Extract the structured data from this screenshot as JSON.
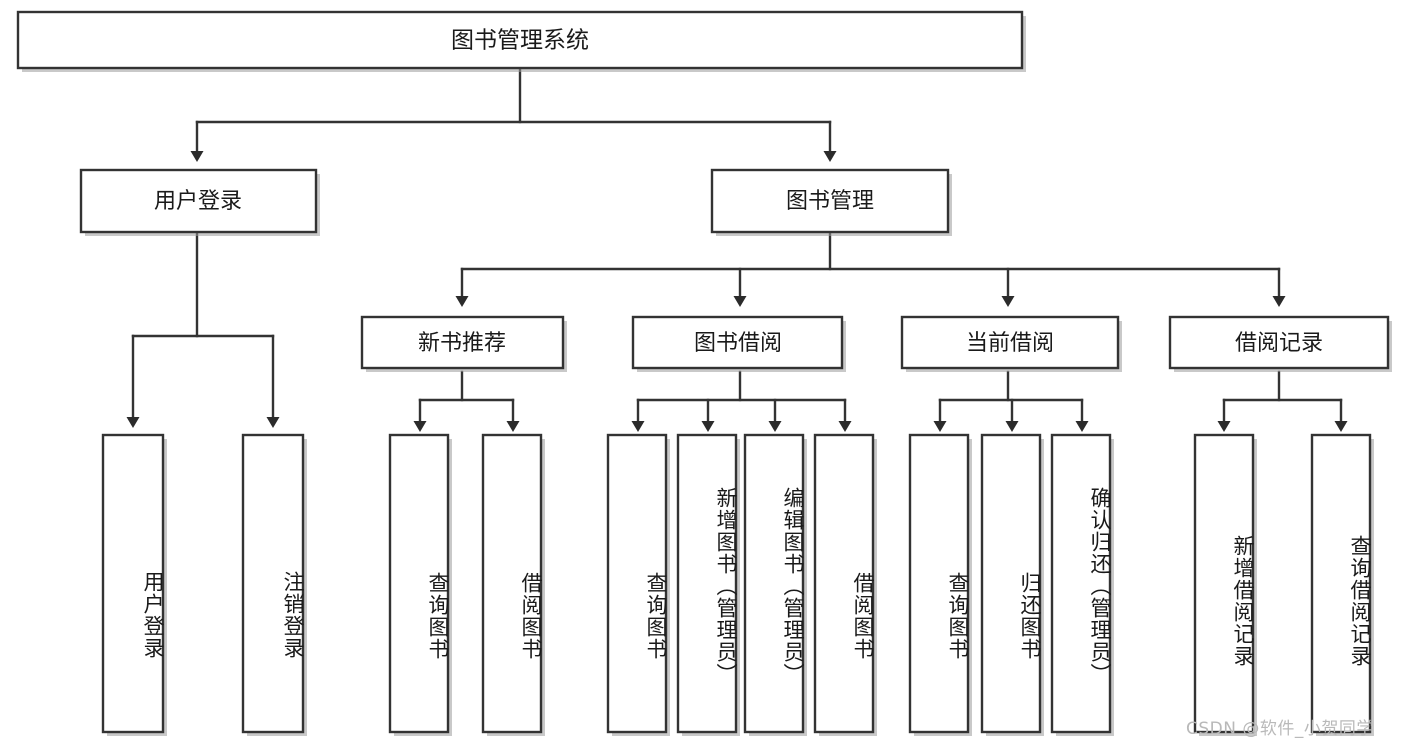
{
  "diagram": {
    "type": "tree",
    "title": "图书管理系统",
    "root": {
      "id": "root",
      "label": "图书管理系统",
      "orientation": "horizontal"
    },
    "level2": [
      {
        "id": "user-login",
        "label": "用户登录",
        "orientation": "horizontal"
      },
      {
        "id": "book-manage",
        "label": "图书管理",
        "orientation": "horizontal"
      }
    ],
    "level3": [
      {
        "id": "new-book-recommend",
        "label": "新书推荐",
        "orientation": "horizontal",
        "parent": "book-manage"
      },
      {
        "id": "book-borrow",
        "label": "图书借阅",
        "orientation": "horizontal",
        "parent": "book-manage"
      },
      {
        "id": "current-borrow",
        "label": "当前借阅",
        "orientation": "horizontal",
        "parent": "book-manage"
      },
      {
        "id": "borrow-record",
        "label": "借阅记录",
        "orientation": "horizontal",
        "parent": "book-manage"
      }
    ],
    "leaves": [
      {
        "id": "leaf-user-login",
        "label": "用户登录",
        "parent": "user-login",
        "orientation": "vertical"
      },
      {
        "id": "leaf-logout-login",
        "label": "注销登录",
        "parent": "user-login",
        "orientation": "vertical"
      },
      {
        "id": "leaf-query-book-1",
        "label": "查询图书",
        "parent": "new-book-recommend",
        "orientation": "vertical"
      },
      {
        "id": "leaf-borrow-book-1",
        "label": "借阅图书",
        "parent": "new-book-recommend",
        "orientation": "vertical"
      },
      {
        "id": "leaf-query-book-2",
        "label": "查询图书",
        "parent": "book-borrow",
        "orientation": "vertical"
      },
      {
        "id": "leaf-add-book",
        "label": "新增图书（管理员）",
        "parent": "book-borrow",
        "orientation": "vertical"
      },
      {
        "id": "leaf-edit-book",
        "label": "编辑图书（管理员）",
        "parent": "book-borrow",
        "orientation": "vertical"
      },
      {
        "id": "leaf-borrow-book-2",
        "label": "借阅图书",
        "parent": "book-borrow",
        "orientation": "vertical"
      },
      {
        "id": "leaf-query-book-3",
        "label": "查询图书",
        "parent": "current-borrow",
        "orientation": "vertical"
      },
      {
        "id": "leaf-return-book",
        "label": "归还图书",
        "parent": "current-borrow",
        "orientation": "vertical"
      },
      {
        "id": "leaf-confirm-return",
        "label": "确认归还（管理员）",
        "parent": "current-borrow",
        "orientation": "vertical"
      },
      {
        "id": "leaf-add-record",
        "label": "新增借阅记录",
        "parent": "borrow-record",
        "orientation": "vertical"
      },
      {
        "id": "leaf-query-record",
        "label": "查询借阅记录",
        "parent": "borrow-record",
        "orientation": "vertical"
      }
    ],
    "colors": {
      "box_stroke": "#333333",
      "box_fill": "#ffffff",
      "connector": "#333333",
      "text": "#1a1a1a",
      "background": "#ffffff",
      "watermark": "#b9b9b9"
    }
  },
  "watermark": {
    "text": "CSDN @软件_小贺同学"
  }
}
